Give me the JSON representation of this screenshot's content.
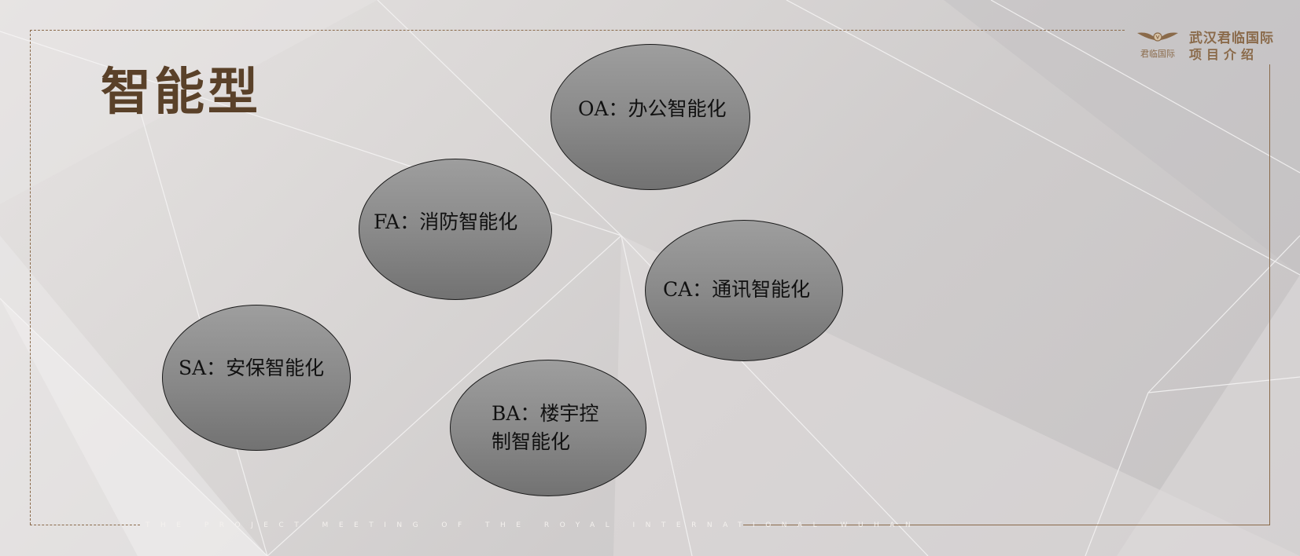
{
  "title": "智能型",
  "logo": {
    "name": "武汉君临国际",
    "subtitle": "项目介绍",
    "emblem_text": "君临国际",
    "icon": "winged-crest-icon"
  },
  "footer_tagline": "THE PROJECT MEETING OF THE ROYAL INTERNATIONAL WUHAN",
  "bubbles": [
    {
      "id": "oa",
      "text": "OA：办公智能化"
    },
    {
      "id": "fa",
      "text": "FA：消防智能化"
    },
    {
      "id": "ca",
      "text": "CA：通讯智能化"
    },
    {
      "id": "sa",
      "text": "SA：安保智能化"
    },
    {
      "id": "ba",
      "text": "BA：楼宇控制智能化"
    }
  ],
  "colors": {
    "title": "#5a4129",
    "accent": "#8a6a4a",
    "bubble_fill": "#8a8a8a"
  }
}
